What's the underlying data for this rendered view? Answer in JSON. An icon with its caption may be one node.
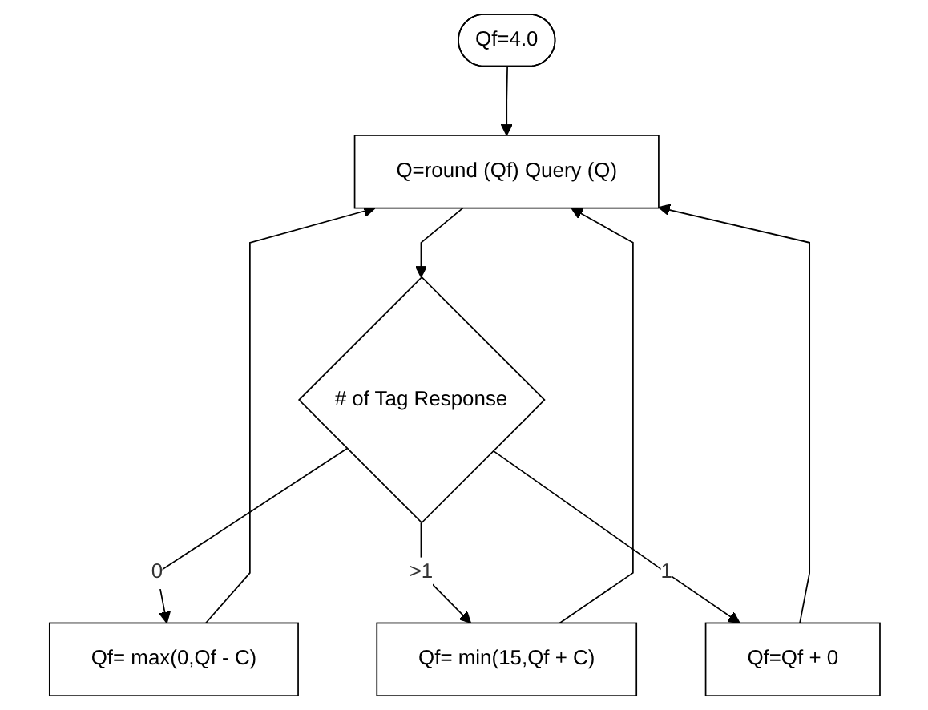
{
  "diagram": {
    "nodes": [
      {
        "text": [
          "Qf=4.0"
        ]
      },
      {
        "text": [
          "Q=round (Qf) Query (Q)"
        ]
      },
      {
        "text": [
          "# of Tag Response"
        ]
      },
      {
        "text": [
          "Qf= max(0,Qf - C)"
        ]
      },
      {
        "text": [
          "Qf= min(15,Qf + C)"
        ]
      },
      {
        "text": [
          "Qf=Qf + 0"
        ]
      }
    ],
    "edges": [
      {
        "from": 0,
        "to": 1,
        "arrow": "to"
      },
      {
        "from": 1,
        "to": 2,
        "arrow": "to"
      },
      {
        "from": 2,
        "to": 3,
        "label": "0",
        "arrow": "to"
      },
      {
        "from": 2,
        "to": 4,
        "label": ">1",
        "arrow": "to"
      },
      {
        "from": 2,
        "to": 5,
        "label": "1",
        "arrow": "to"
      },
      {
        "from": 3,
        "to": 1,
        "arrow": "to"
      },
      {
        "from": 4,
        "to": 1,
        "arrow": "to"
      },
      {
        "from": 5,
        "to": 1,
        "arrow": "to"
      }
    ]
  }
}
